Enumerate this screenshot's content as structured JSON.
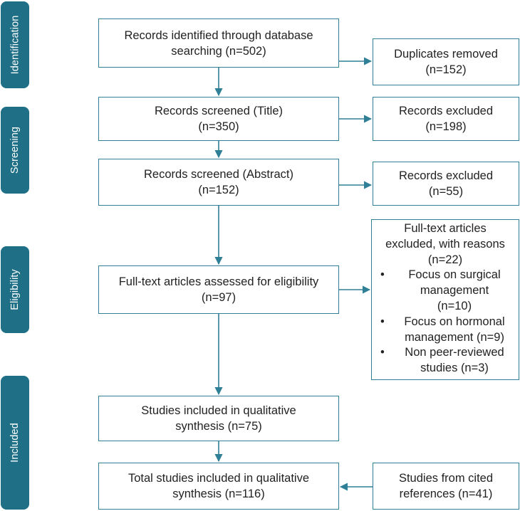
{
  "phases": {
    "identification": "Identification",
    "screening": "Screening",
    "eligibility": "Eligibility",
    "included": "Included"
  },
  "boxes": {
    "identified": [
      "Records identified through database",
      "searching (n=502)"
    ],
    "duplicates": [
      "Duplicates removed",
      "(n=152)"
    ],
    "screened_title": [
      "Records screened (Title)",
      "(n=350)"
    ],
    "excluded_title": [
      "Records excluded",
      "(n=198)"
    ],
    "screened_abstract": [
      "Records screened (Abstract)",
      "(n=152)"
    ],
    "excluded_abstract": [
      "Records excluded",
      "(n=55)"
    ],
    "fulltext": [
      "Full-text articles assessed for eligibility",
      "(n=97)"
    ],
    "fulltext_excluded": {
      "heading": [
        "Full-text articles",
        "excluded, with reasons",
        "(n=22)"
      ],
      "bullet": "•",
      "reasons": [
        [
          "Focus on surgical",
          "management",
          "(n=10)"
        ],
        [
          "Focus on hormonal",
          "management (n=9)"
        ],
        [
          "Non peer-reviewed",
          "studies (n=3)"
        ]
      ]
    },
    "qualitative": [
      "Studies included in qualitative",
      "synthesis (n=75)"
    ],
    "total": [
      "Total studies included in qualitative",
      "synthesis (n=116)"
    ],
    "cited": [
      "Studies from cited",
      "references (n=41)"
    ]
  },
  "colors": {
    "phase_fill": "#1f6f86",
    "box_border": "#2f7f96",
    "arrow": "#2f7f96"
  }
}
